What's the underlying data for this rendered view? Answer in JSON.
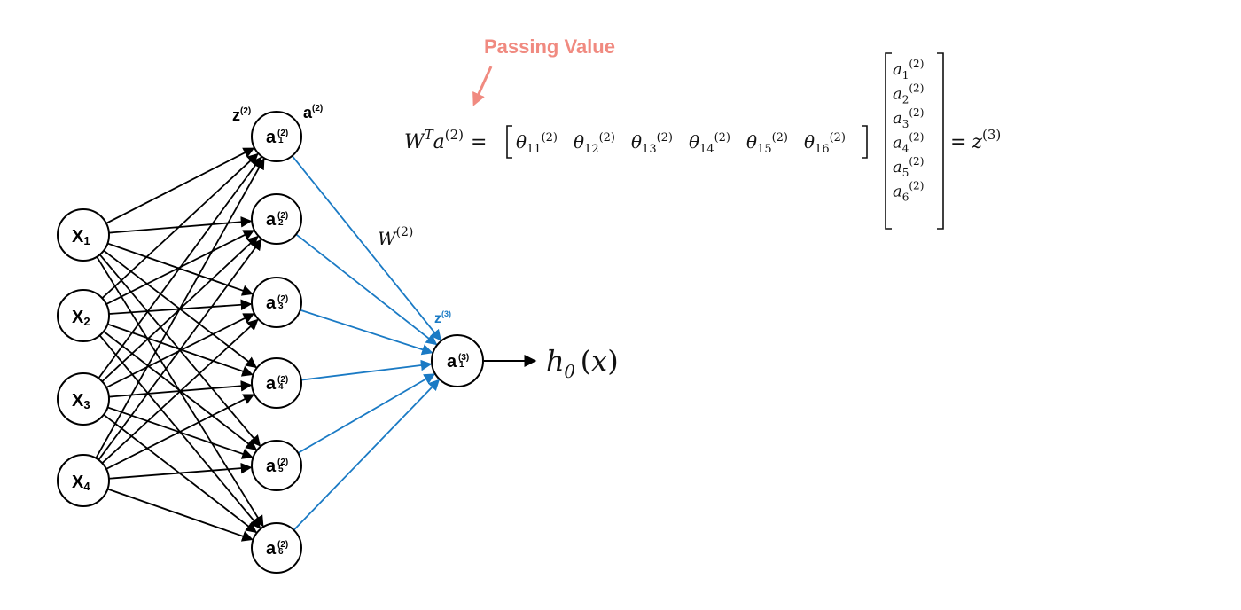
{
  "colors": {
    "black_edge": "#000000",
    "blue_edge": "#1a7ac4",
    "annotation": "#f08a80",
    "z3_label": "#1a7ac4"
  },
  "annotation": {
    "text": "Passing Value",
    "arrow_icon": "arrow-icon"
  },
  "input_nodes": [
    {
      "main": "X",
      "sub": "1"
    },
    {
      "main": "X",
      "sub": "2"
    },
    {
      "main": "X",
      "sub": "3"
    },
    {
      "main": "X",
      "sub": "4"
    }
  ],
  "hidden_nodes": [
    {
      "main": "a",
      "sup": "(2)",
      "sub": "1"
    },
    {
      "main": "a",
      "sup": "(2)",
      "sub": "2"
    },
    {
      "main": "a",
      "sup": "(2)",
      "sub": "3"
    },
    {
      "main": "a",
      "sup": "(2)",
      "sub": "4"
    },
    {
      "main": "a",
      "sup": "(2)",
      "sub": "5"
    },
    {
      "main": "a",
      "sup": "(2)",
      "sub": "6"
    }
  ],
  "output_node": {
    "main": "a",
    "sup": "(3)",
    "sub": "1"
  },
  "layer_labels": {
    "z2": {
      "main": "z",
      "sup": "(2)"
    },
    "a2": {
      "main": "a",
      "sup": "(2)"
    },
    "z3": {
      "main": "z",
      "sup": "(3)"
    }
  },
  "weight_label": {
    "main": "W",
    "sup": "(2)"
  },
  "output_label": {
    "h": "h",
    "theta": "θ",
    "open": "(",
    "x": "x",
    "close": ")"
  },
  "equation": {
    "W": "W",
    "T": "T",
    "a": "a",
    "a_sup": "(2)",
    "eq": "=",
    "thetas": [
      {
        "main": "θ",
        "sub": "11",
        "sup": "(2)"
      },
      {
        "main": "θ",
        "sub": "12",
        "sup": "(2)"
      },
      {
        "main": "θ",
        "sub": "13",
        "sup": "(2)"
      },
      {
        "main": "θ",
        "sub": "14",
        "sup": "(2)"
      },
      {
        "main": "θ",
        "sub": "15",
        "sup": "(2)"
      },
      {
        "main": "θ",
        "sub": "16",
        "sup": "(2)"
      }
    ],
    "vector": [
      {
        "main": "a",
        "sub": "1",
        "sup": "(2)"
      },
      {
        "main": "a",
        "sub": "2",
        "sup": "(2)"
      },
      {
        "main": "a",
        "sub": "3",
        "sup": "(2)"
      },
      {
        "main": "a",
        "sub": "4",
        "sup": "(2)"
      },
      {
        "main": "a",
        "sub": "5",
        "sup": "(2)"
      },
      {
        "main": "a",
        "sub": "6",
        "sup": "(2)"
      }
    ],
    "rhs_eq": "=",
    "rhs_z": "z",
    "rhs_sup": "(3)"
  }
}
